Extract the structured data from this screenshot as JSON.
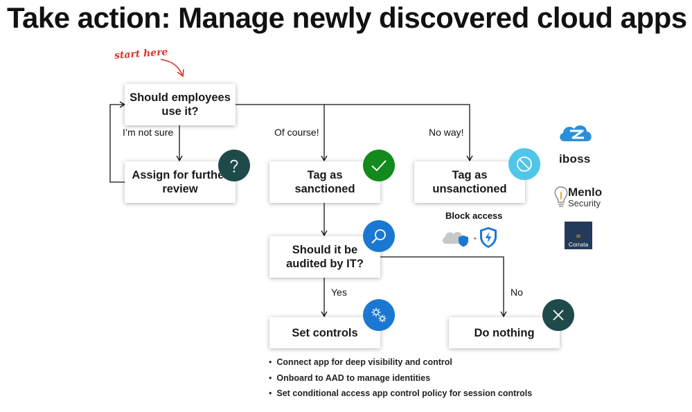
{
  "title": "Take action: Manage newly discovered cloud apps",
  "start_hint": "start here",
  "nodes": {
    "should_use": "Should employees use it?",
    "assign_review": "Assign for further review",
    "tag_sanctioned": "Tag as sanctioned",
    "tag_unsanctioned": "Tag as unsanctioned",
    "should_audit": "Should it be audited by IT?",
    "set_controls": "Set controls",
    "do_nothing": "Do nothing"
  },
  "edges": {
    "not_sure": "I’m not sure",
    "of_course": "Of course!",
    "no_way": "No way!",
    "yes": "Yes",
    "no": "No"
  },
  "block_access": "Block access",
  "controls_bullets": [
    "Connect app for deep visibility and control",
    "Onboard to AAD to manage identities",
    "Set conditional access app control policy for session controls"
  ],
  "partner_logos": {
    "iboss": "iboss",
    "menlo_main": "Menlo",
    "menlo_sub": "Security",
    "corrata": "Corrata"
  },
  "colors": {
    "question_badge": "#1e4a4a",
    "check_badge": "#128a1c",
    "ban_badge": "#4fc6e8",
    "search_badge": "#1a78d2",
    "gears_badge": "#1a78d2",
    "close_badge": "#1e4a4a",
    "annotation_red": "#d8342a"
  }
}
